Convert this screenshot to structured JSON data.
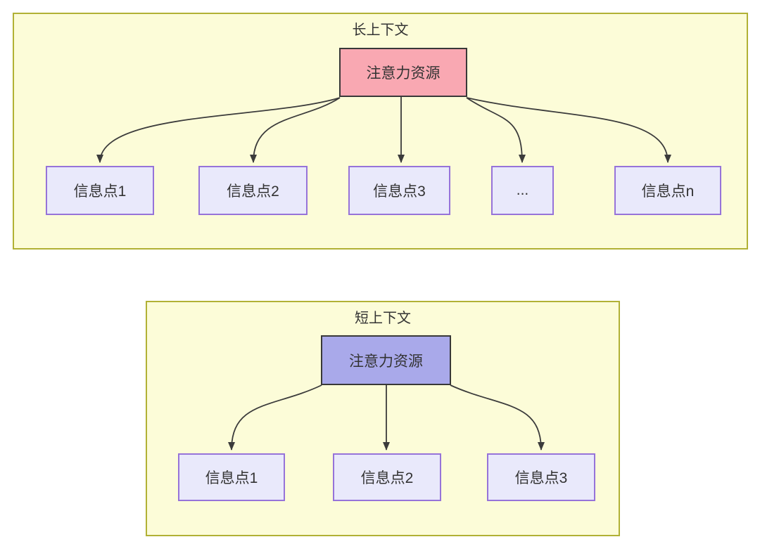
{
  "diagram": {
    "sections": [
      {
        "id": "long-context",
        "title": "长上下文",
        "source": {
          "label": "注意力资源",
          "fill": "#f9a8b2",
          "border": "#383838"
        },
        "targets": [
          {
            "label": "信息点1"
          },
          {
            "label": "信息点2"
          },
          {
            "label": "信息点3"
          },
          {
            "label": "..."
          },
          {
            "label": "信息点n"
          }
        ]
      },
      {
        "id": "short-context",
        "title": "短上下文",
        "source": {
          "label": "注意力资源",
          "fill": "#a9a9ea",
          "border": "#383838"
        },
        "targets": [
          {
            "label": "信息点1"
          },
          {
            "label": "信息点2"
          },
          {
            "label": "信息点3"
          }
        ]
      }
    ],
    "colors": {
      "section_bg": "#fcfcd8",
      "section_border": "#b1b135",
      "target_bg": "#e9e9fb",
      "target_border": "#9673d9",
      "arrow": "#3b3b3b",
      "text": "#333333"
    }
  }
}
